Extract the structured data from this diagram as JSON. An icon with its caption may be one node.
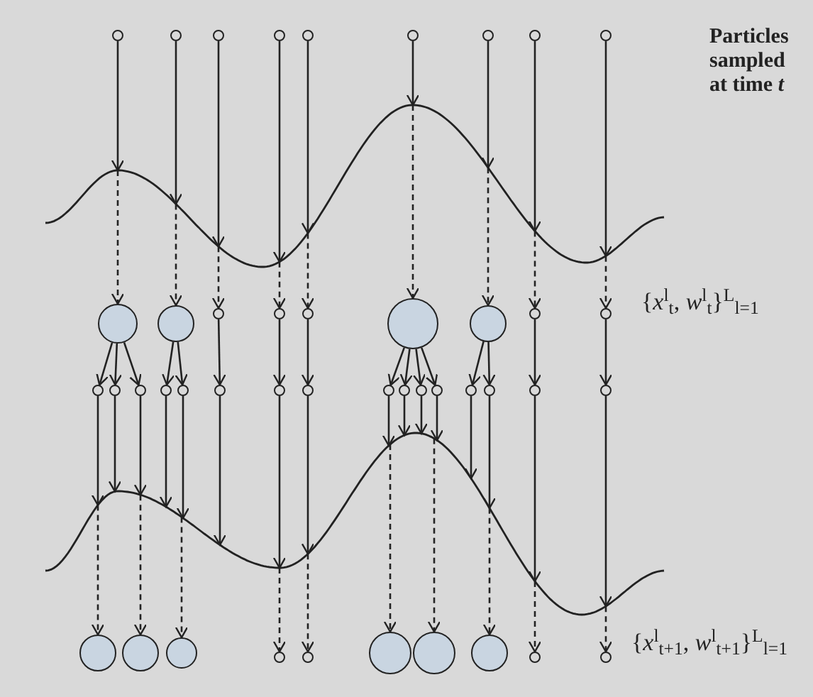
{
  "diagram": {
    "nodes": [
      {
        "text": [],
        "shape": "circle"
      },
      {
        "text": [],
        "shape": "circle"
      },
      {
        "text": [],
        "shape": "circle"
      },
      {
        "text": [],
        "shape": "circle"
      },
      {
        "text": [],
        "shape": "circle"
      },
      {
        "text": [],
        "shape": "circle"
      },
      {
        "text": [],
        "shape": "circle"
      },
      {
        "text": [],
        "shape": "circle"
      },
      {
        "text": [],
        "shape": "circle"
      },
      {
        "text": [],
        "shape": "curve"
      },
      {
        "text": [],
        "shape": "circle"
      },
      {
        "text": [],
        "shape": "circle"
      },
      {
        "text": [],
        "shape": "circle"
      },
      {
        "text": [],
        "shape": "circle"
      },
      {
        "text": [],
        "shape": "circle"
      },
      {
        "text": [],
        "shape": "circle"
      },
      {
        "text": [],
        "shape": "circle"
      },
      {
        "text": [],
        "shape": "circle"
      },
      {
        "text": [],
        "shape": "circle"
      },
      {
        "text": [],
        "shape": "circle"
      },
      {
        "text": [],
        "shape": "circle"
      },
      {
        "text": [],
        "shape": "circle"
      },
      {
        "text": [],
        "shape": "circle"
      },
      {
        "text": [],
        "shape": "circle"
      },
      {
        "text": [],
        "shape": "circle"
      },
      {
        "text": [],
        "shape": "circle"
      },
      {
        "text": [],
        "shape": "circle"
      },
      {
        "text": [],
        "shape": "circle"
      },
      {
        "text": [],
        "shape": "circle"
      },
      {
        "text": [],
        "shape": "circle"
      },
      {
        "text": [],
        "shape": "circle"
      },
      {
        "text": [],
        "shape": "circle"
      },
      {
        "text": [],
        "shape": "circle"
      },
      {
        "text": [],
        "shape": "circle"
      },
      {
        "text": [],
        "shape": "circle"
      },
      {
        "text": [],
        "shape": "curve"
      },
      {
        "text": [],
        "shape": "circle"
      },
      {
        "text": [],
        "shape": "circle"
      },
      {
        "text": [],
        "shape": "circle"
      },
      {
        "text": [],
        "shape": "circle"
      },
      {
        "text": [],
        "shape": "circle"
      },
      {
        "text": [],
        "shape": "circle"
      },
      {
        "text": [],
        "shape": "circle"
      },
      {
        "text": [],
        "shape": "circle"
      },
      {
        "text": [],
        "shape": "circle"
      },
      {
        "text": [],
        "shape": "circle"
      }
    ],
    "edges": [
      {
        "from": 0,
        "to": 9,
        "arrow": "to"
      },
      {
        "from": 1,
        "to": 9,
        "arrow": "to"
      },
      {
        "from": 2,
        "to": 9,
        "arrow": "to"
      },
      {
        "from": 3,
        "to": 9,
        "arrow": "to"
      },
      {
        "from": 4,
        "to": 9,
        "arrow": "to"
      },
      {
        "from": 5,
        "to": 9,
        "arrow": "to"
      },
      {
        "from": 6,
        "to": 9,
        "arrow": "to"
      },
      {
        "from": 7,
        "to": 9,
        "arrow": "to"
      },
      {
        "from": 8,
        "to": 9,
        "arrow": "to"
      },
      {
        "from": 9,
        "to": 10,
        "arrow": "to",
        "style": "dashed"
      },
      {
        "from": 9,
        "to": 11,
        "arrow": "to",
        "style": "dashed"
      },
      {
        "from": 9,
        "to": 12,
        "arrow": "to",
        "style": "dashed"
      },
      {
        "from": 9,
        "to": 13,
        "arrow": "to",
        "style": "dashed"
      },
      {
        "from": 9,
        "to": 14,
        "arrow": "to",
        "style": "dashed"
      },
      {
        "from": 9,
        "to": 15,
        "arrow": "to",
        "style": "dashed"
      },
      {
        "from": 9,
        "to": 16,
        "arrow": "to",
        "style": "dashed"
      },
      {
        "from": 9,
        "to": 17,
        "arrow": "to",
        "style": "dashed"
      },
      {
        "from": 9,
        "to": 18,
        "arrow": "to",
        "style": "dashed"
      },
      {
        "from": 10,
        "to": 19,
        "arrow": "to"
      },
      {
        "from": 10,
        "to": 20,
        "arrow": "to"
      },
      {
        "from": 10,
        "to": 21,
        "arrow": "to"
      },
      {
        "from": 11,
        "to": 22,
        "arrow": "to"
      },
      {
        "from": 11,
        "to": 23,
        "arrow": "to"
      },
      {
        "from": 12,
        "to": 24,
        "arrow": "to"
      },
      {
        "from": 13,
        "to": 25,
        "arrow": "to"
      },
      {
        "from": 14,
        "to": 26,
        "arrow": "to"
      },
      {
        "from": 15,
        "to": 27,
        "arrow": "to"
      },
      {
        "from": 15,
        "to": 28,
        "arrow": "to"
      },
      {
        "from": 15,
        "to": 29,
        "arrow": "to"
      },
      {
        "from": 15,
        "to": 30,
        "arrow": "to"
      },
      {
        "from": 16,
        "to": 31,
        "arrow": "to"
      },
      {
        "from": 16,
        "to": 32,
        "arrow": "to"
      },
      {
        "from": 17,
        "to": 33,
        "arrow": "to"
      },
      {
        "from": 18,
        "to": 34,
        "arrow": "to"
      },
      {
        "from": 19,
        "to": 35,
        "arrow": "to"
      },
      {
        "from": 20,
        "to": 35,
        "arrow": "to"
      },
      {
        "from": 21,
        "to": 35,
        "arrow": "to"
      },
      {
        "from": 22,
        "to": 35,
        "arrow": "to"
      },
      {
        "from": 23,
        "to": 35,
        "arrow": "to"
      },
      {
        "from": 24,
        "to": 35,
        "arrow": "to"
      },
      {
        "from": 25,
        "to": 35,
        "arrow": "to"
      },
      {
        "from": 26,
        "to": 35,
        "arrow": "to"
      },
      {
        "from": 27,
        "to": 35,
        "arrow": "to"
      },
      {
        "from": 28,
        "to": 35,
        "arrow": "to"
      },
      {
        "from": 29,
        "to": 35,
        "arrow": "to"
      },
      {
        "from": 30,
        "to": 35,
        "arrow": "to"
      },
      {
        "from": 31,
        "to": 35,
        "arrow": "to"
      },
      {
        "from": 32,
        "to": 35,
        "arrow": "to"
      },
      {
        "from": 33,
        "to": 35,
        "arrow": "to"
      },
      {
        "from": 34,
        "to": 35,
        "arrow": "to"
      },
      {
        "from": 35,
        "to": 36,
        "arrow": "to",
        "style": "dashed"
      },
      {
        "from": 35,
        "to": 37,
        "arrow": "to",
        "style": "dashed"
      },
      {
        "from": 35,
        "to": 38,
        "arrow": "to",
        "style": "dashed"
      },
      {
        "from": 35,
        "to": 39,
        "arrow": "to",
        "style": "dashed"
      },
      {
        "from": 35,
        "to": 40,
        "arrow": "to",
        "style": "dashed"
      },
      {
        "from": 35,
        "to": 41,
        "arrow": "to",
        "style": "dashed"
      },
      {
        "from": 35,
        "to": 42,
        "arrow": "to",
        "style": "dashed"
      },
      {
        "from": 35,
        "to": 43,
        "arrow": "to",
        "style": "dashed"
      },
      {
        "from": 35,
        "to": 44,
        "arrow": "to",
        "style": "dashed"
      },
      {
        "from": 35,
        "to": 45,
        "arrow": "to",
        "style": "dashed"
      }
    ],
    "labels": [
      "Particles sampled at time *t*",
      "{*x*$^{l}$$_{t}$, *w*$^{l}$$_{t}$}$^{L}$$_{l=1}$",
      "{*x*$^{l}$$_{t+1}$, *w*$^{l}$$_{t+1}$}$^{L}$$_{l=1}$"
    ]
  }
}
